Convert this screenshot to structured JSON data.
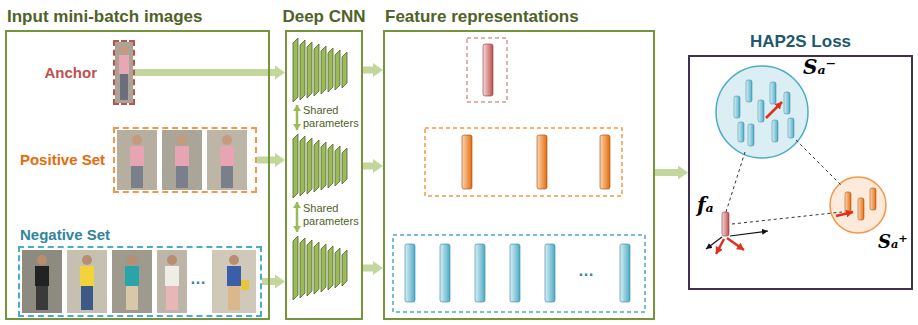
{
  "diagram": {
    "nodes": [
      {
        "text": [
          "Input mini-batch images"
        ]
      },
      {
        "text": [
          "Anchor"
        ],
        "in": 0
      },
      {
        "text": [
          "Positive Set"
        ],
        "in": 0
      },
      {
        "text": [
          "Negative Set"
        ],
        "in": 0
      },
      {
        "text": [
          "Deep CNN"
        ]
      },
      {
        "text": [
          "Feature representations"
        ]
      },
      {
        "text": [
          "HAP2S Loss"
        ]
      }
    ],
    "edges": [
      {
        "from": 1,
        "to": 4,
        "arrow": "to"
      },
      {
        "from": 2,
        "to": 4,
        "arrow": "to"
      },
      {
        "from": 3,
        "to": 4,
        "arrow": "to"
      },
      {
        "from": 4,
        "to": 5,
        "arrow": "to"
      },
      {
        "from": 4,
        "to": 5,
        "arrow": "to"
      },
      {
        "from": 4,
        "to": 5,
        "arrow": "to"
      },
      {
        "from": 5,
        "to": 6,
        "arrow": "to"
      }
    ],
    "labels": [
      "Shared parameters",
      "Shared parameters",
      "…",
      "…",
      "fₐ",
      "Sₐ⁻",
      "Sₐ⁺"
    ]
  }
}
